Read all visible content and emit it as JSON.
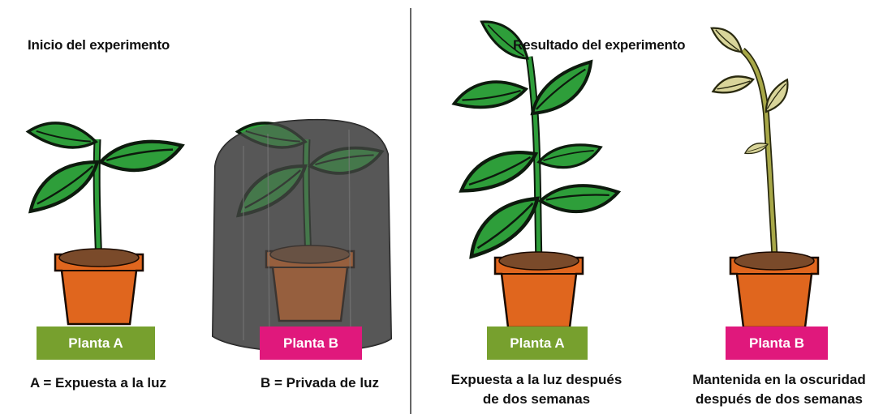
{
  "left": {
    "heading": "Inicio del experimento",
    "plant_a": {
      "badge": "Planta A",
      "caption": "A = Expuesta a la luz"
    },
    "plant_b": {
      "badge": "Planta B",
      "caption": "B = Privada de luz"
    }
  },
  "right": {
    "heading": "Resultado del experimento",
    "plant_a": {
      "badge": "Planta A",
      "caption_line1": "Expuesta a la luz después",
      "caption_line2": "de dos semanas"
    },
    "plant_b": {
      "badge": "Planta B",
      "caption_line1": "Mantenida en la oscuridad",
      "caption_line2": "después de dos semanas"
    }
  },
  "colors": {
    "badge_a": "#77a02e",
    "badge_b": "#e0187c",
    "leaf_green": "#2e9e3a",
    "leaf_pale": "#d9d59a",
    "stem_pale": "#a8a848",
    "pot": "#e0661e",
    "soil": "#7a4a2a",
    "cover": "#555555"
  }
}
